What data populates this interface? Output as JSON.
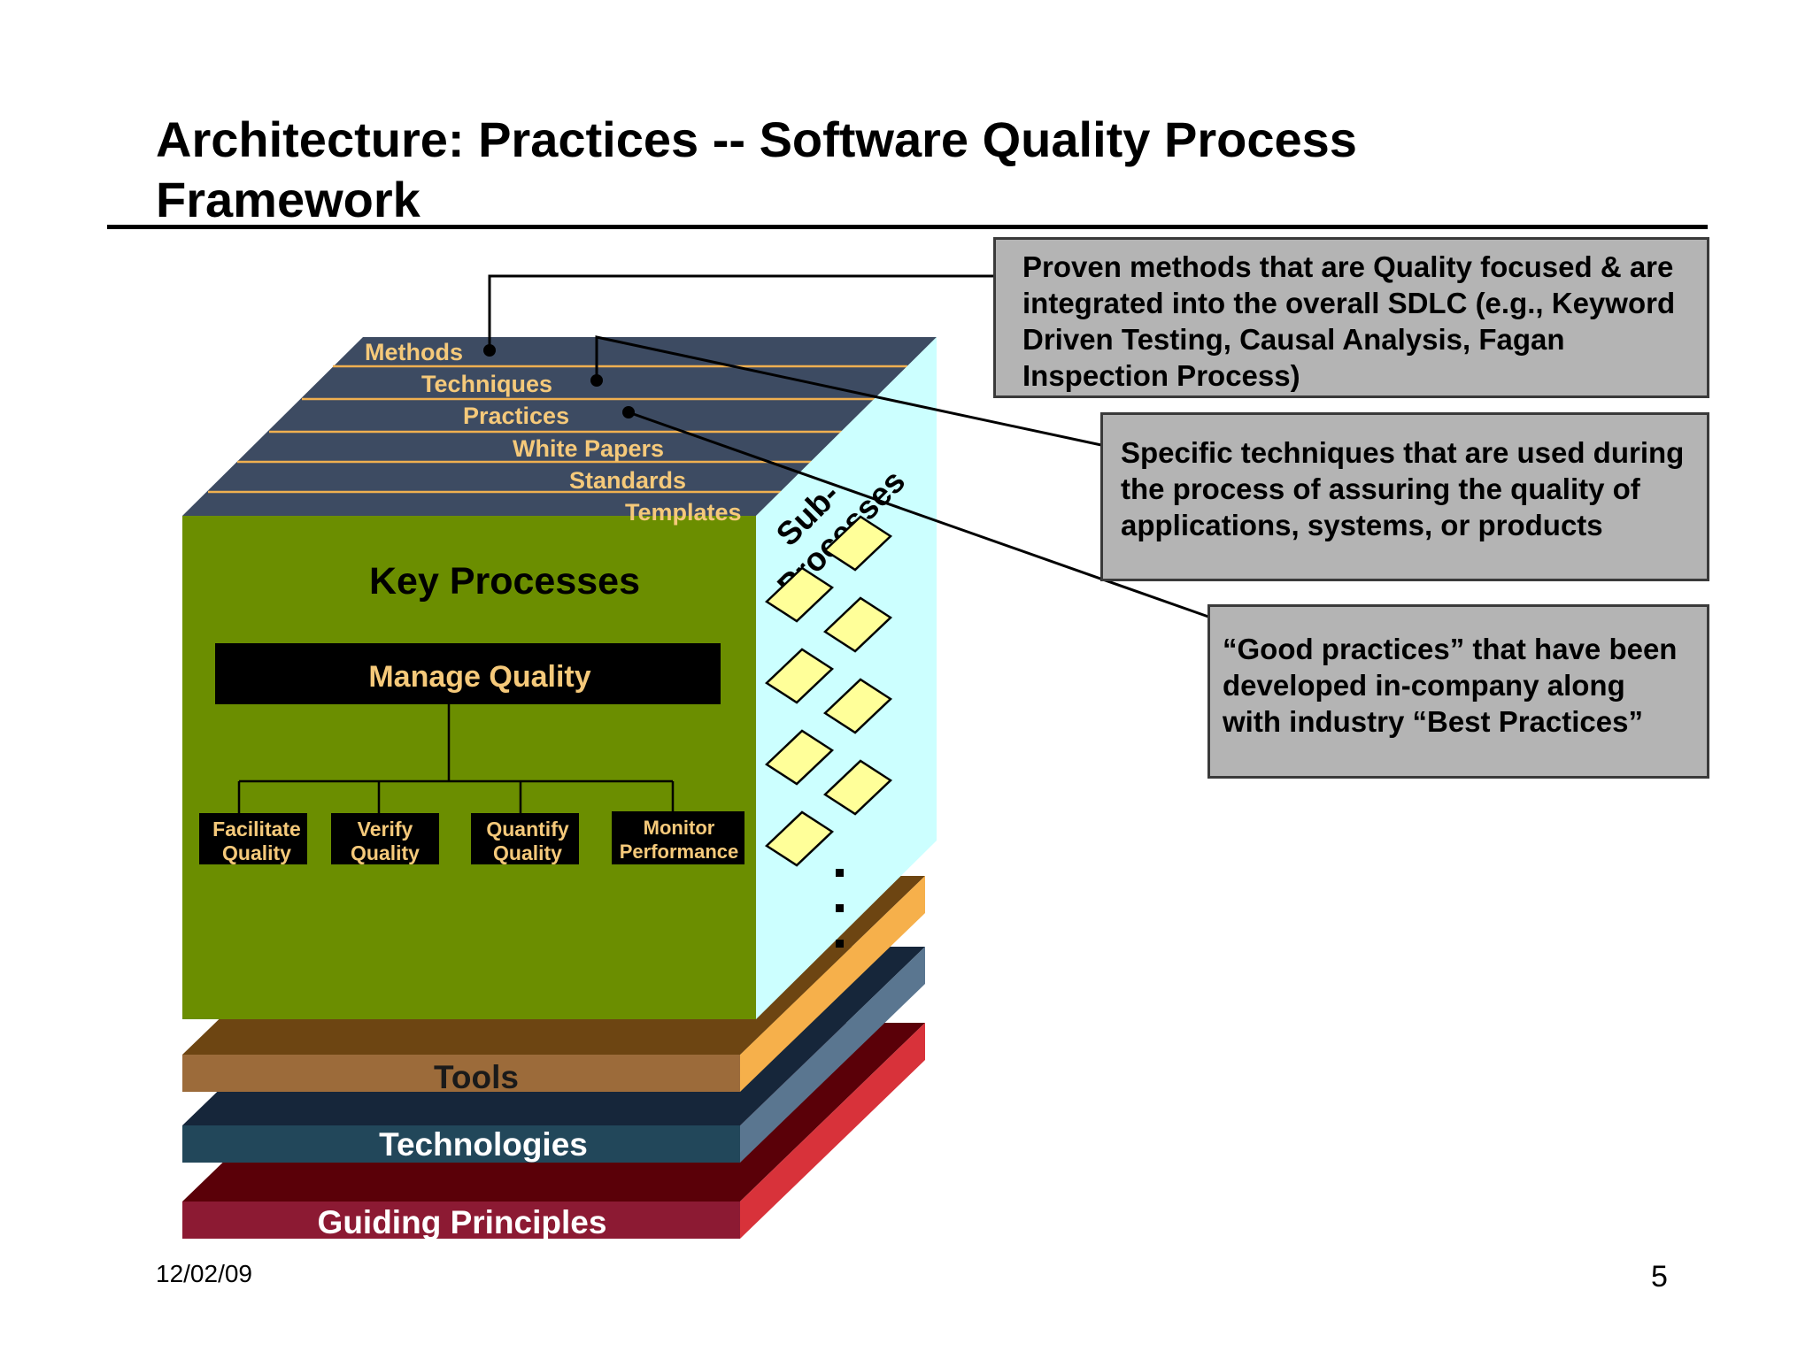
{
  "title": "Architecture: Practices -- Software Quality Process Framework",
  "top_layers": [
    "Methods",
    "Techniques",
    "Practices",
    "White Papers",
    "Standards",
    "Templates"
  ],
  "side_label": [
    "Sub-",
    "Processes"
  ],
  "key_processes": {
    "heading": "Key Processes",
    "root": "Manage Quality",
    "children": [
      [
        "Facilitate",
        "Quality"
      ],
      [
        "Verify",
        "Quality"
      ],
      [
        "Quantify",
        "Quality"
      ],
      [
        "Monitor",
        "Performance"
      ]
    ]
  },
  "base_layers": [
    "Tools",
    "Technologies",
    "Guiding Principles"
  ],
  "callouts": [
    "Proven methods that are Quality focused & are integrated into the overall SDLC (e.g., Keyword Driven Testing, Causal Analysis, Fagan Inspection Process)",
    "Specific techniques that are used during the process of assuring the quality of applications, systems, or products",
    "“Good practices” that have been developed in-company along with industry “Best Practices”"
  ],
  "footer": {
    "date": "12/02/09",
    "page": "5"
  },
  "colors": {
    "top_face": "#3d4b62",
    "top_text": "#f5c97a",
    "front_green": "#6b8e00",
    "side_cyan": "#ccffff",
    "tools_top": "#6d4512",
    "tools_front": "#9c6b3a",
    "tools_side": "#f6b04b",
    "tech_top": "#16263a",
    "tech_front": "#22475a",
    "tech_side": "#5a7690",
    "gp_top": "#5a0008",
    "gp_front": "#8c1a33",
    "gp_side": "#d8323a",
    "callout_bg": "#b4b4b4"
  }
}
